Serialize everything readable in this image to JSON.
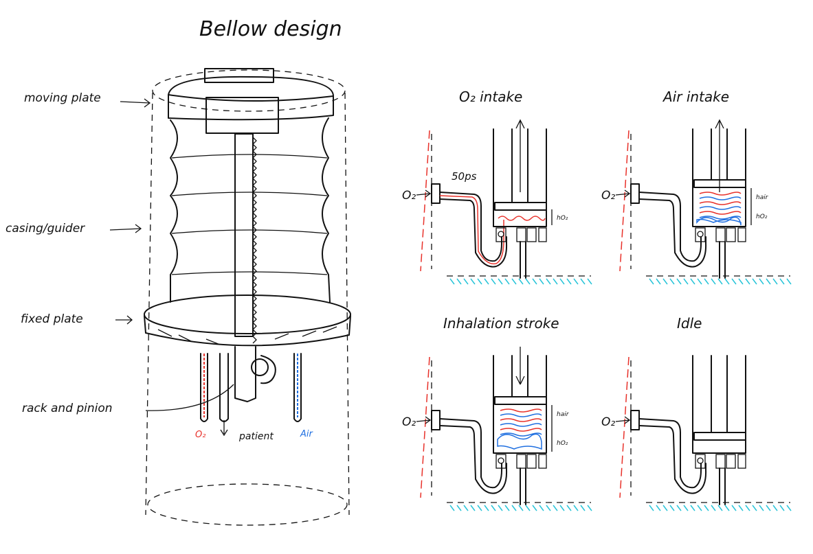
{
  "title": "Bellow design",
  "main_drawing": {
    "labels": {
      "moving_plate": "moving plate",
      "casing": "casing/guider",
      "fixed_plate": "fixed plate",
      "rack_pinion": "rack and pinion",
      "o2": "O₂",
      "patient": "patient",
      "air": "Air"
    }
  },
  "panels": [
    {
      "title": "O₂ intake",
      "inlet_label": "O₂",
      "pressure_label": "50ps",
      "h_labels": [
        "hO₂"
      ],
      "flow": "up"
    },
    {
      "title": "Air intake",
      "inlet_label": "O₂",
      "h_labels": [
        "hair",
        "hO₂"
      ],
      "flow": "up"
    },
    {
      "title": "Inhalation stroke",
      "inlet_label": "O₂",
      "h_labels": [
        "hair",
        "hO₂"
      ],
      "flow": "down"
    },
    {
      "title": "Idle",
      "inlet_label": "O₂",
      "h_labels": [],
      "flow": "none"
    }
  ],
  "colors": {
    "o2": "#e8312a",
    "air": "#1f6fe0",
    "ground": "#28c4d8",
    "wall": "#e8312a"
  }
}
